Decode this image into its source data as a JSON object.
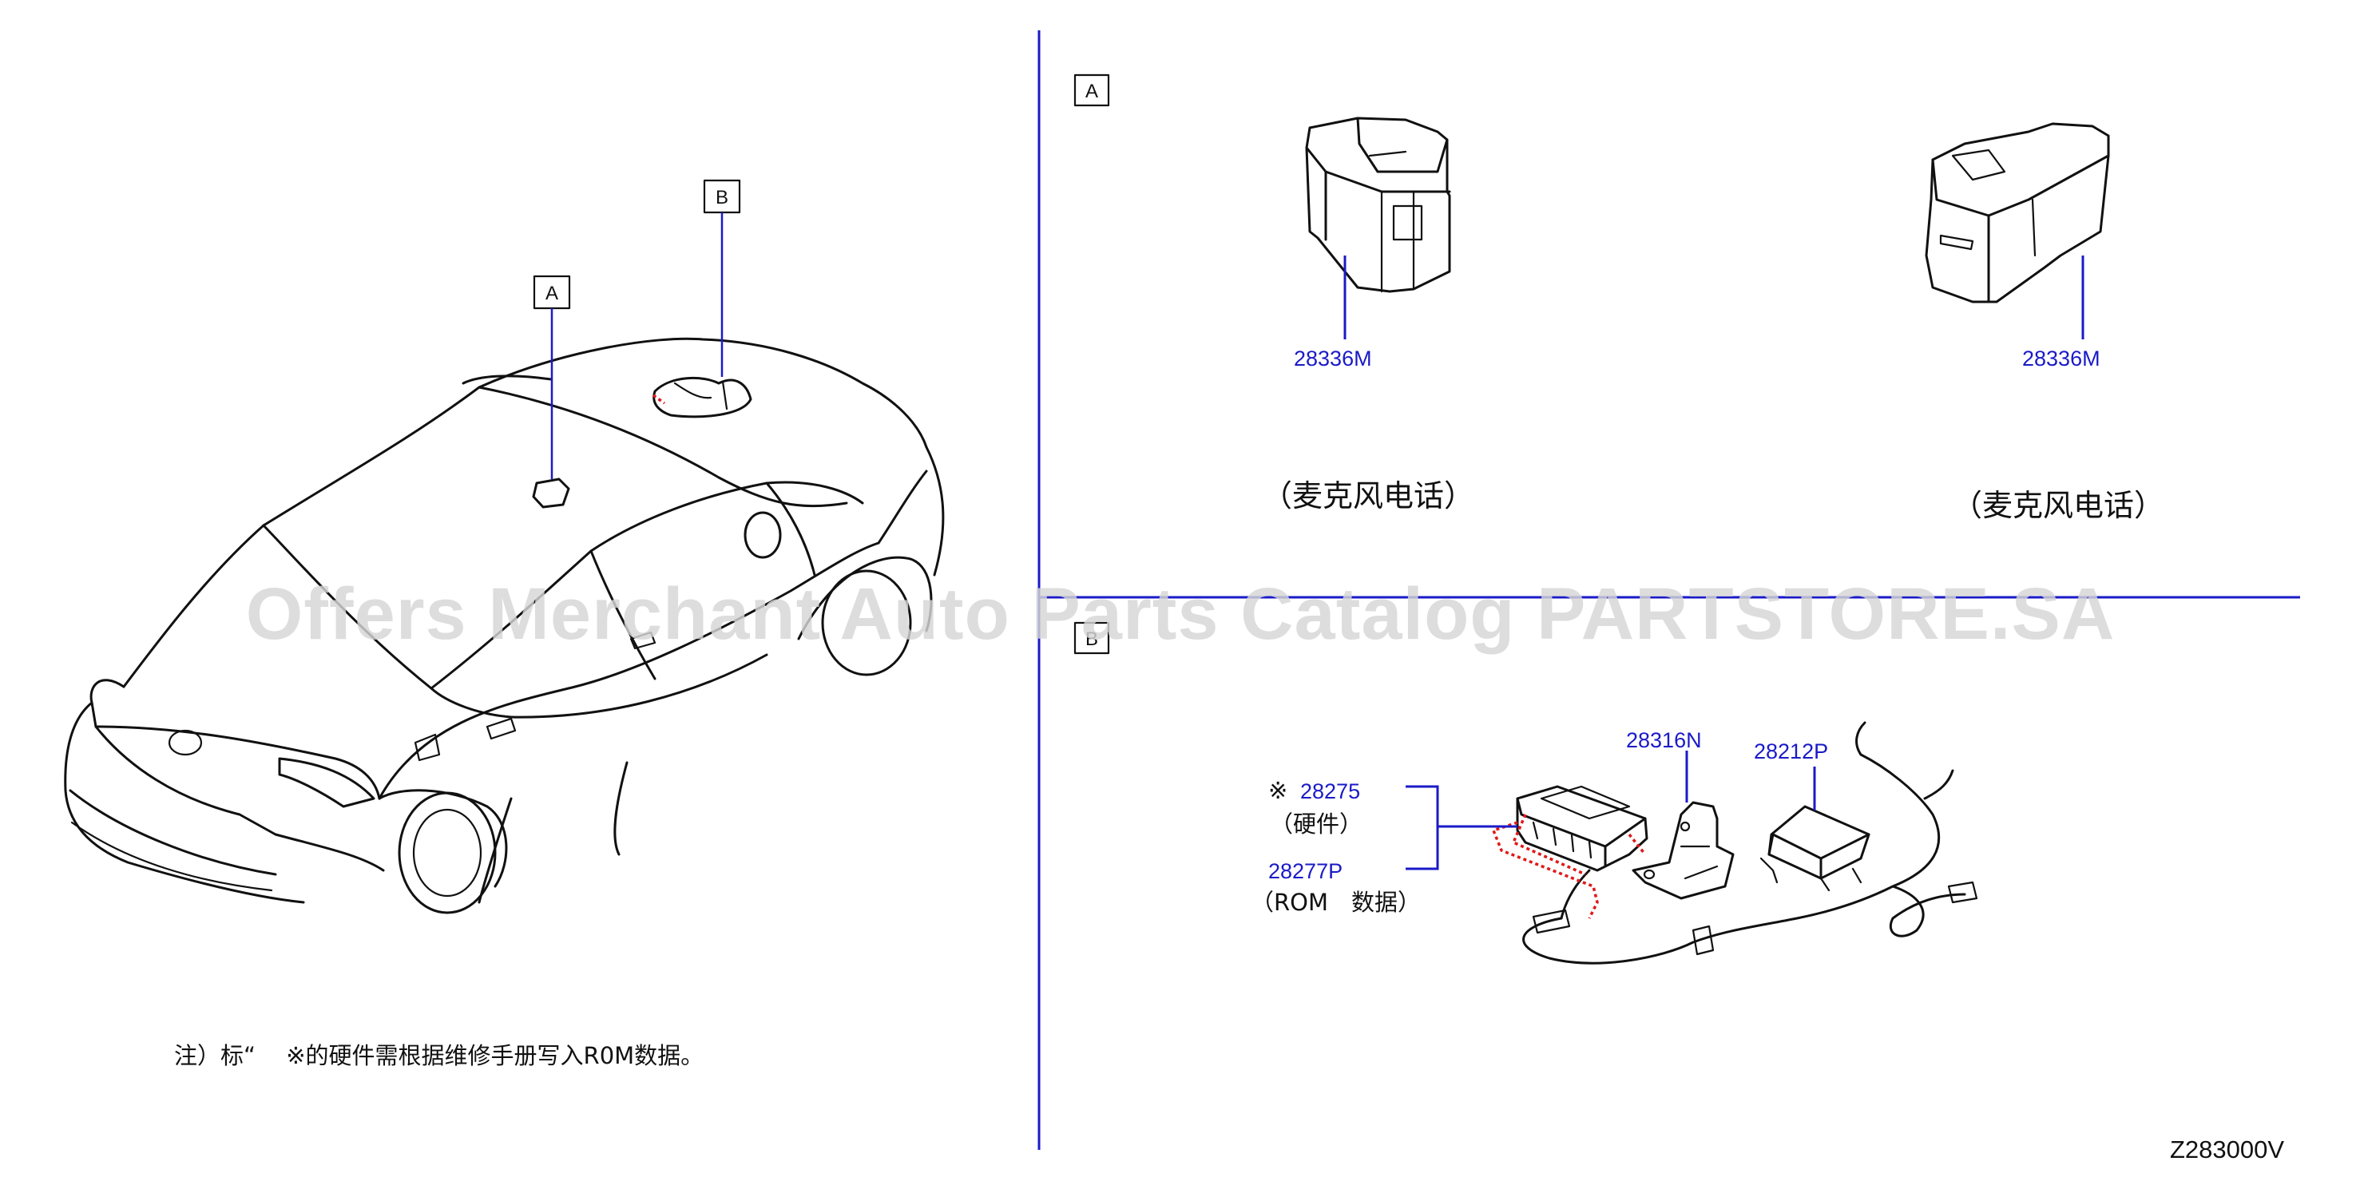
{
  "callouts": {
    "top_a": "A",
    "top_b": "B",
    "panel_a": "A",
    "panel_b": "B"
  },
  "panel_a": {
    "part_left": "28336M",
    "part_right": "28336M",
    "caption_left": "（麦克风电话）",
    "caption_right": "（麦克风电话）"
  },
  "panel_b": {
    "part_28316n": "28316N",
    "part_28212p": "28212P",
    "mark": "※",
    "part_28275": "28275",
    "label_hardware": "（硬件）",
    "part_28277p": "28277P",
    "label_rom": "（ROM　数据）"
  },
  "note": "注）标“　 ※的硬件需根据维修手册写入R0M数据。",
  "diagram_code": "Z283000V",
  "watermark": "Offers Merchant Auto Parts Catalog PARTSTORE.SA",
  "colors": {
    "part_number": "#1a1ac8",
    "leader_line": "#1a1ac8",
    "harness_highlight": "#e01818",
    "watermark": "#d6d6d6"
  }
}
